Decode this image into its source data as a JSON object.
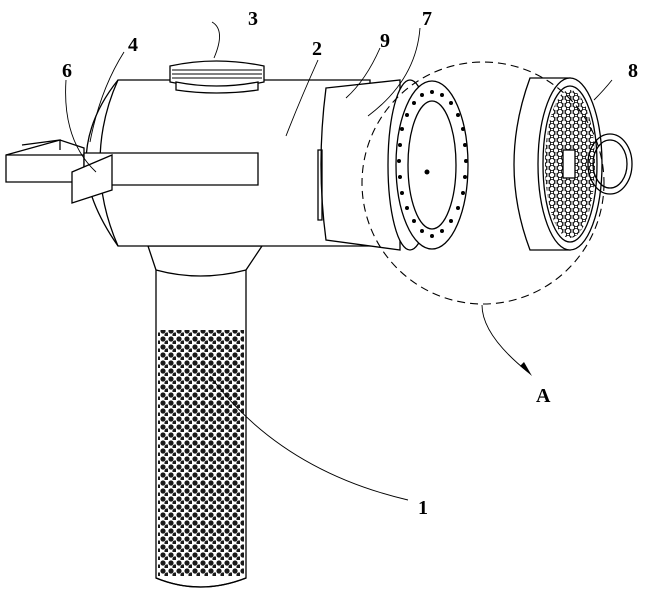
{
  "labels": {
    "l1": "1",
    "l2": "2",
    "l3": "3",
    "l4": "4",
    "l6": "6",
    "l7": "7",
    "l8": "8",
    "l9": "9",
    "detail": "A"
  }
}
